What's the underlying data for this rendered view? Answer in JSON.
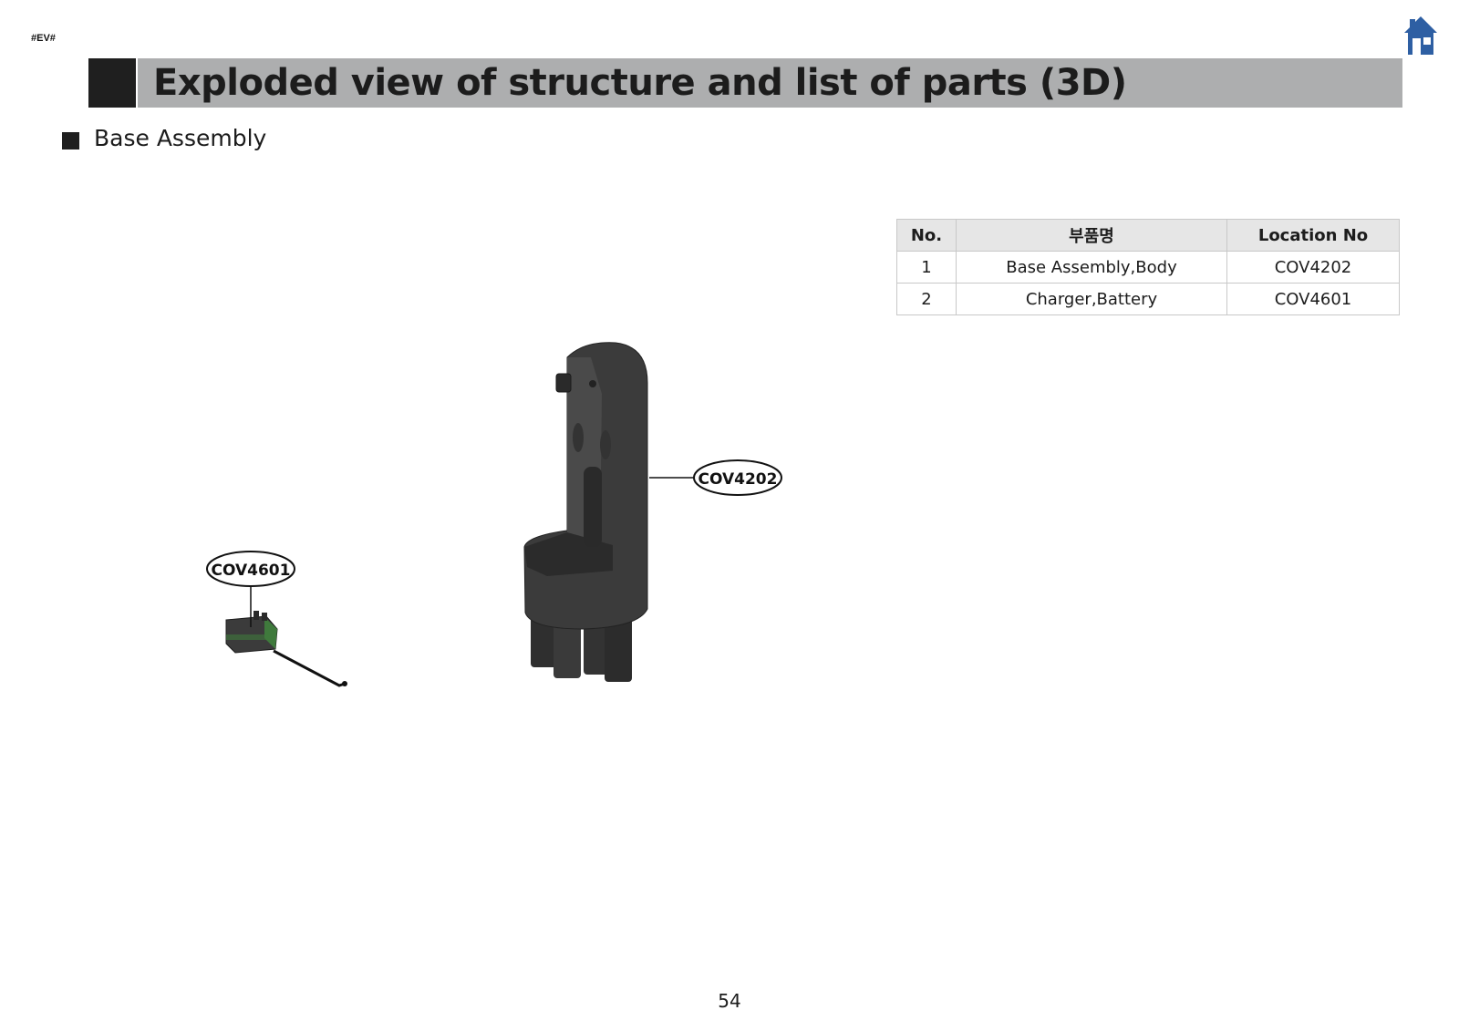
{
  "doc_tag": "#EV#",
  "header": {
    "title": "Exploded view of structure and list of parts (3D)"
  },
  "section": {
    "title": "Base Assembly"
  },
  "parts_table": {
    "headers": [
      "No.",
      "부품명",
      "Location No"
    ],
    "rows": [
      [
        "1",
        "Base Assembly,Body",
        "COV4202"
      ],
      [
        "2",
        "Charger,Battery",
        "COV4601"
      ]
    ]
  },
  "callouts": {
    "body": "COV4202",
    "charger": "COV4601"
  },
  "page_number": "54",
  "icons": {
    "home": "home-icon"
  },
  "colors": {
    "title_bar": "#adaeaf",
    "title_block": "#1f1f1f",
    "home_icon": "#2e5fa3",
    "part_body": "#3a3a3a",
    "charger_green": "#3f7a3c"
  }
}
